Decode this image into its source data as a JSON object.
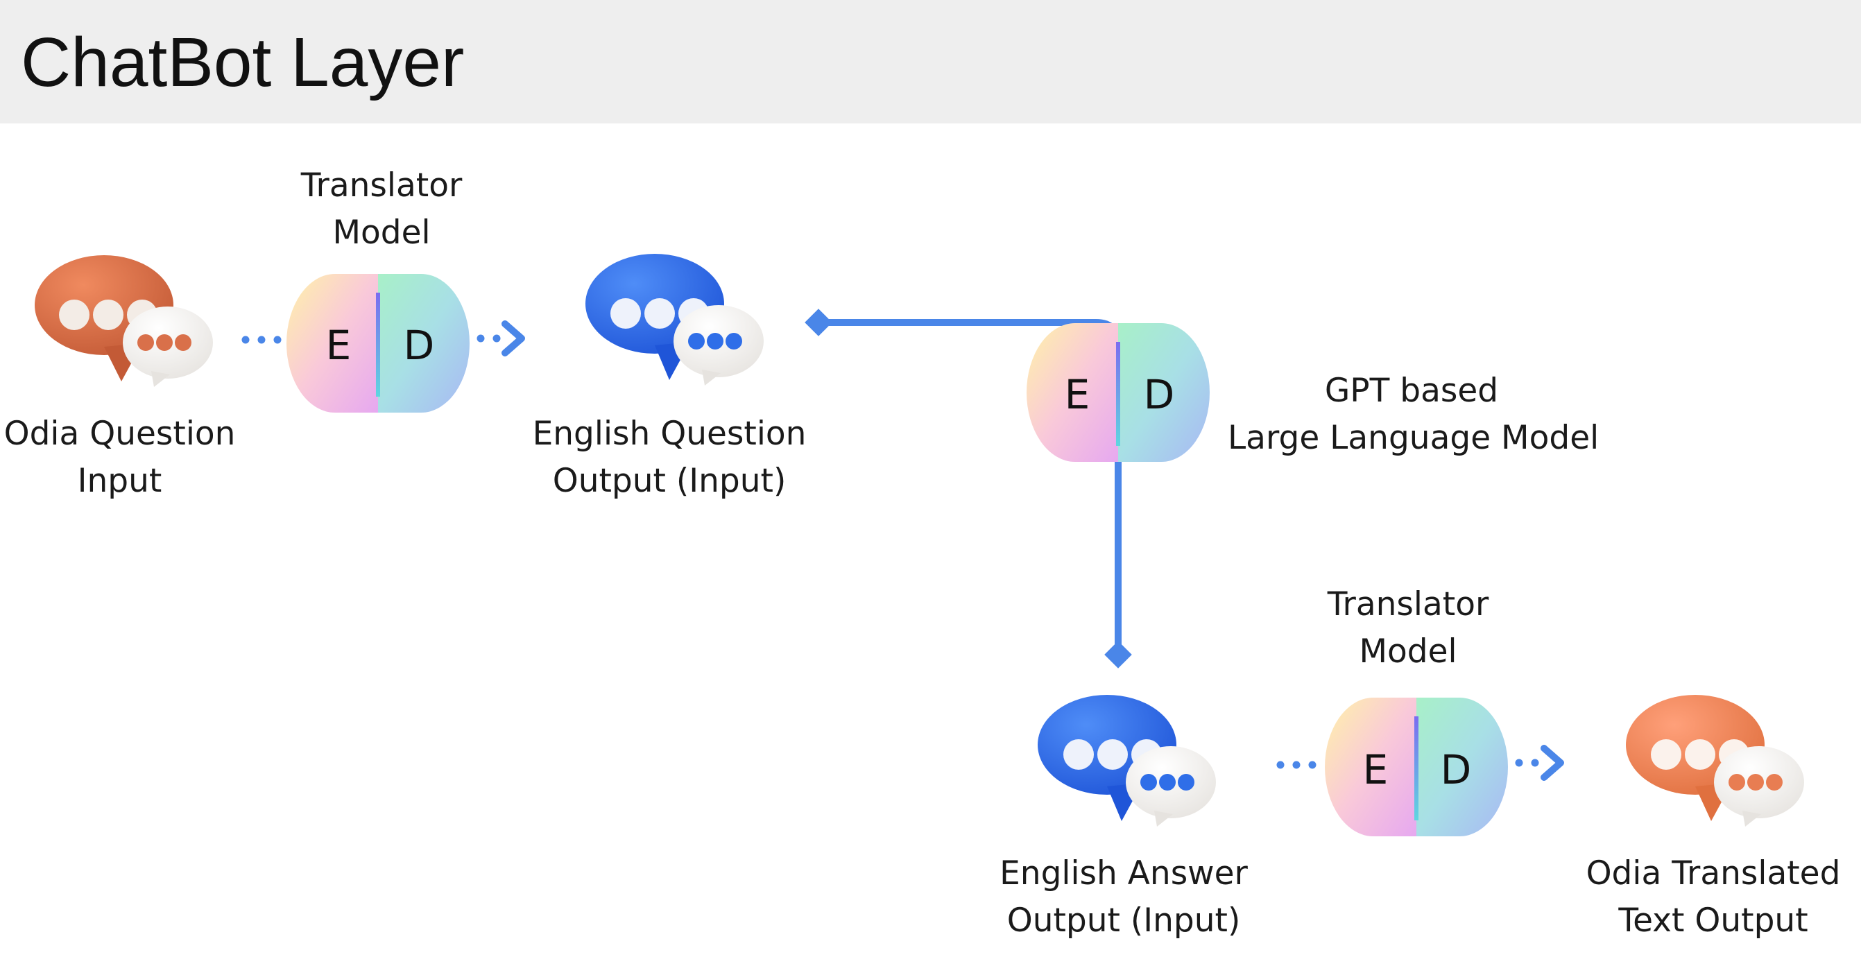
{
  "title": "ChatBot Layer",
  "encoder_letter": "E",
  "decoder_letter": "D",
  "translator_top": [
    "Translator",
    "Model"
  ],
  "translator_bottom": [
    "Translator",
    "Model"
  ],
  "llm": [
    "GPT  based",
    "Large Language Model"
  ],
  "odia_question": [
    "Odia Question",
    "Input"
  ],
  "english_question": [
    "English Question",
    "Output (Input)"
  ],
  "english_answer": [
    "English Answer",
    "Output (Input)"
  ],
  "odia_output": [
    "Odia Translated",
    "Text Output"
  ],
  "colors": {
    "flow": "#4a86e8",
    "bubble_orange": "#d9704a",
    "bubble_blue": "#2f6ee8",
    "header_bg": "#eeeeee"
  }
}
